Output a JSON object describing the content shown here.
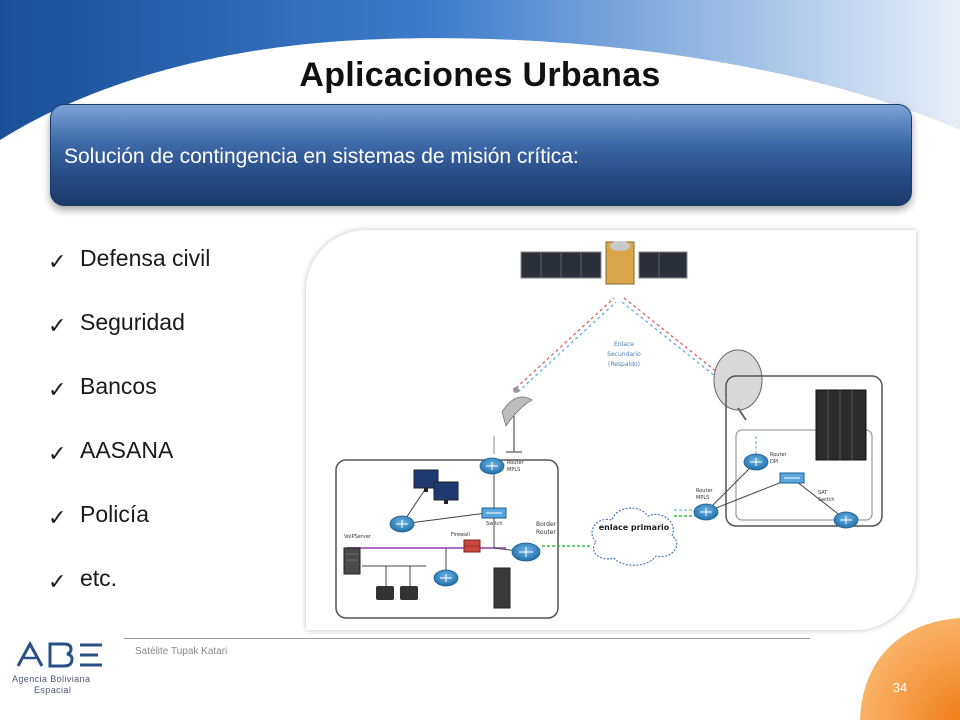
{
  "slide": {
    "title": "Aplicaciones Urbanas",
    "banner_text": "Solución de contingencia en sistemas de misión crítica:",
    "bullets": [
      "Defensa civil",
      "Seguridad",
      "Bancos",
      "AASANA",
      "Policía",
      "etc."
    ],
    "check_glyph": "✓",
    "footer_text": "Satélite Tupak Katari",
    "page_number": "34",
    "logo": {
      "wordmark": "ABE",
      "line1": "Agencia Boliviana",
      "line2": "Espacial"
    }
  },
  "diagram": {
    "labels": {
      "enlace_secundario": "Enlace",
      "enlace_secundario_2": "Secundario",
      "respaldo": "(Respaldo)",
      "enlace_primario": "enlace primario",
      "router_mpls_left": "Router",
      "router_mpls_left_2": "MPLS",
      "switch": "Switch",
      "firewall": "Firewall",
      "voip_server": "VoIPServer",
      "border_router": "Border",
      "border_router_2": "Router",
      "router_mpls_right": "Router",
      "router_mpls_right_2": "MPLS",
      "router_dpi": "Router",
      "router_dpi_2": "DPI",
      "sat_switch": "SAT",
      "sat_switch_2": "Switch"
    }
  },
  "colors": {
    "banner_dark": "#1c3b6d",
    "banner_light": "#7aa3d6",
    "header_blue": "#1f5ca8",
    "orange": "#f7941d",
    "router_blue": "#3a8fc6",
    "link_red": "#e8505b",
    "link_blue": "#5aa7e0",
    "link_green": "#3cb84a"
  }
}
